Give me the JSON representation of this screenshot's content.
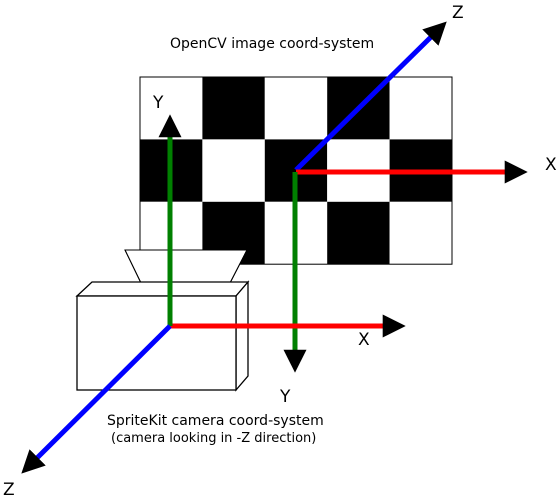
{
  "opencv": {
    "title": "OpenCV image coord-system",
    "axes": {
      "x": "X",
      "y": "Y",
      "z": "Z"
    }
  },
  "spritekit": {
    "title": "SpriteKit camera coord-system",
    "subtitle": "(camera looking in -Z direction)",
    "axes": {
      "x": "X",
      "y": "Y",
      "z": "Z"
    }
  },
  "colors": {
    "x_axis": "#ff0000",
    "y_axis": "#008000",
    "z_axis": "#0000ff",
    "checker_dark": "#000000",
    "checker_light": "#ffffff"
  },
  "icons": {
    "board": "checkerboard",
    "camera": "camera-box"
  }
}
